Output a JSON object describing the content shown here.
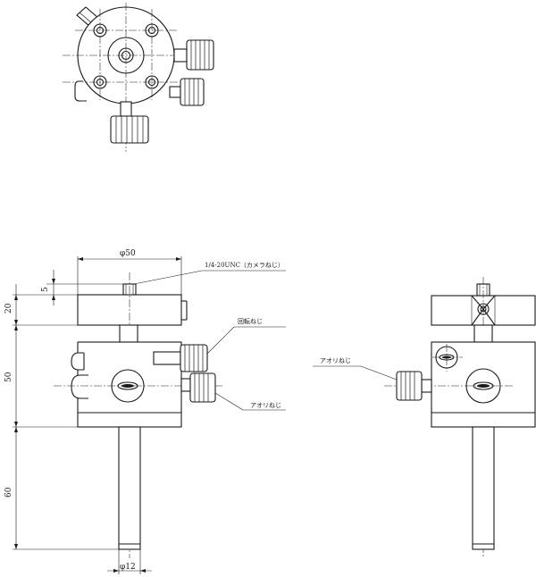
{
  "labels": {
    "dia_50": "φ50",
    "dim_5": "5",
    "dim_20": "20",
    "dim_50": "50",
    "dim_60": "60",
    "dia_12": "φ12",
    "camera_screw": "1/4-20UNC（カメラねじ）",
    "rotation_screw": "回転ねじ",
    "tilt_screw_front": "アオリねじ",
    "tilt_screw_side": "アオリねじ"
  }
}
